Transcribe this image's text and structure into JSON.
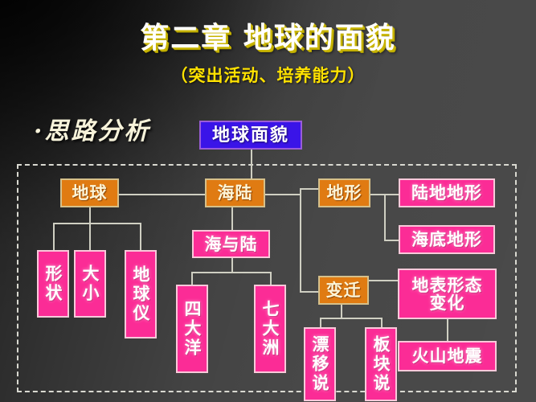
{
  "slide": {
    "title": "第二章  地球的面貌",
    "subtitle": "（突出活动、培养能力）",
    "section_heading": "·思路分析"
  },
  "colors": {
    "orange_fill": "#e07b12",
    "orange_border": "#d6c08a",
    "pink_fill": "#fb2c96",
    "pink_border": "#f9c9da",
    "blue_fill": "#3a14e8",
    "blue_border": "#9a5cd8",
    "line": "#cfcfc2",
    "title_text": "#ffffff",
    "title_shadow": "#c8b400",
    "subtitle_text": "#ffe200",
    "heading_text": "#f7f3da",
    "dashed_border": "#d9d9d1"
  },
  "diagram": {
    "root": {
      "label": "地球面貌",
      "style": "blue"
    },
    "level1": [
      {
        "label": "地球",
        "style": "orange"
      },
      {
        "label": "海陆",
        "style": "orange"
      },
      {
        "label": "地形",
        "style": "orange"
      },
      {
        "label": "变迁",
        "style": "orange"
      }
    ],
    "earth_children": [
      {
        "label": "形状",
        "style": "pink"
      },
      {
        "label": "大小",
        "style": "pink"
      },
      {
        "label": "地球仪",
        "style": "pink"
      }
    ],
    "sea_land": {
      "label": "海与陆",
      "style": "pink"
    },
    "sea_land_children": [
      {
        "label": "四大洋",
        "style": "pink"
      },
      {
        "label": "七大洲",
        "style": "pink"
      }
    ],
    "landform_children": [
      {
        "label": "陆地地形",
        "style": "pink"
      },
      {
        "label": "海底地形",
        "style": "pink"
      }
    ],
    "change_children": [
      {
        "label": "漂移说",
        "style": "pink"
      },
      {
        "label": "板块说",
        "style": "pink"
      }
    ],
    "surface_change": {
      "label": "地表形态\n变化",
      "style": "pink"
    },
    "volcano": {
      "label": "火山地震",
      "style": "pink"
    }
  }
}
